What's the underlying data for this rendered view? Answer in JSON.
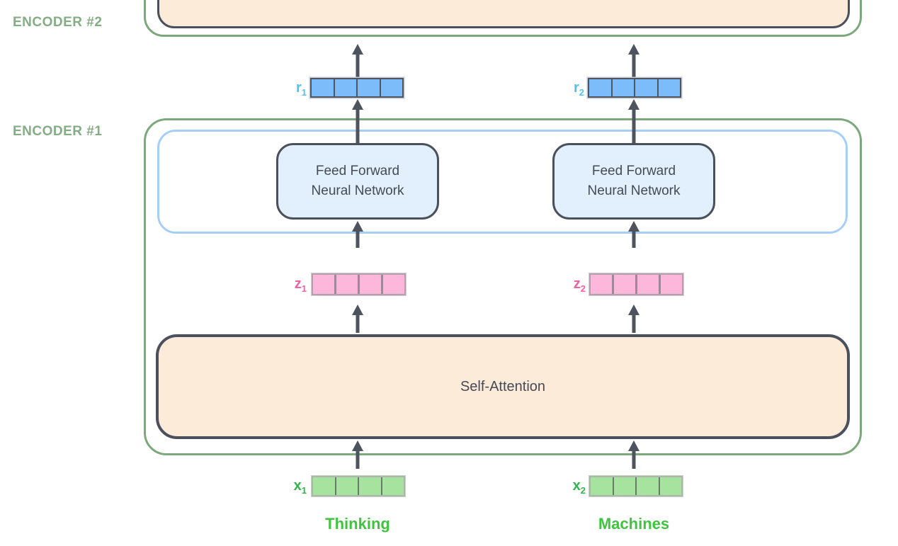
{
  "encoders": {
    "encoder2": {
      "label": "ENCODER #2"
    },
    "encoder1": {
      "label": "ENCODER #1"
    }
  },
  "boxes": {
    "ffnn1": {
      "line1": "Feed Forward",
      "line2": "Neural Network"
    },
    "ffnn2": {
      "line1": "Feed Forward",
      "line2": "Neural Network"
    },
    "self_attention": {
      "label": "Self-Attention"
    }
  },
  "vectors": {
    "r1": {
      "base": "r",
      "sub": "1",
      "cells": 4,
      "fill": "#7cbcfa",
      "label_color": "#4fc0f2"
    },
    "r2": {
      "base": "r",
      "sub": "2",
      "cells": 4,
      "fill": "#7cbcfa",
      "label_color": "#4fc0f2"
    },
    "z1": {
      "base": "z",
      "sub": "1",
      "cells": 4,
      "fill": "#fdb7da",
      "label_color": "#f45fa5"
    },
    "z2": {
      "base": "z",
      "sub": "2",
      "cells": 4,
      "fill": "#fdb7da",
      "label_color": "#f45fa5"
    },
    "x1": {
      "base": "x",
      "sub": "1",
      "cells": 4,
      "fill": "#a5e39e",
      "label_color": "#2db54a"
    },
    "x2": {
      "base": "x",
      "sub": "2",
      "cells": 4,
      "fill": "#a5e39e",
      "label_color": "#2db54a"
    }
  },
  "tokens": {
    "token1": "Thinking",
    "token2": "Machines"
  },
  "colors": {
    "encoder_border": "#7ca87c",
    "encoder_label": "#85ad85",
    "dark_border": "#4a505c",
    "peach_fill": "#fdebd9",
    "ffnn_fill": "#e2effc",
    "layer_panel_border": "#a6cff7",
    "arrow": "#4d545e",
    "token_green": "#3fc43f",
    "box_text": "#454b56"
  }
}
